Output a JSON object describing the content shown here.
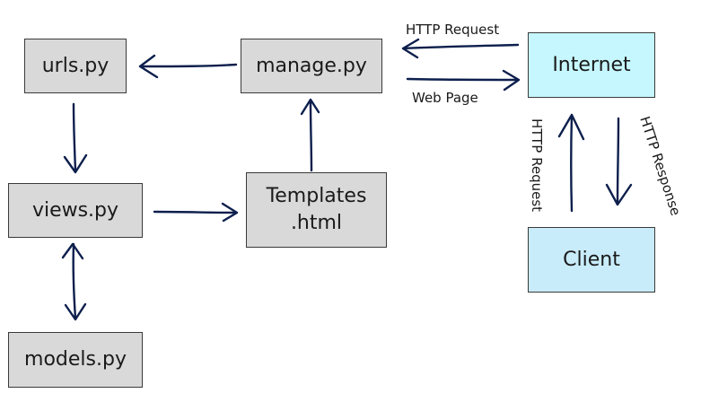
{
  "nodes": {
    "urls": "urls.py",
    "manage": "manage.py",
    "internet": "Internet",
    "views": "views.py",
    "templates_line1": "Templates",
    "templates_line2": ".html",
    "models": "models.py",
    "client": "Client"
  },
  "labels": {
    "http_request_top": "HTTP Request",
    "web_page": "Web Page",
    "http_request_side": "HTTP Request",
    "http_response_side": "HTTP Response"
  },
  "colors": {
    "box_gray": "#d9d9d9",
    "box_internet": "#c6f7ff",
    "box_client": "#c9ecfb",
    "arrow": "#0d1f4d"
  }
}
